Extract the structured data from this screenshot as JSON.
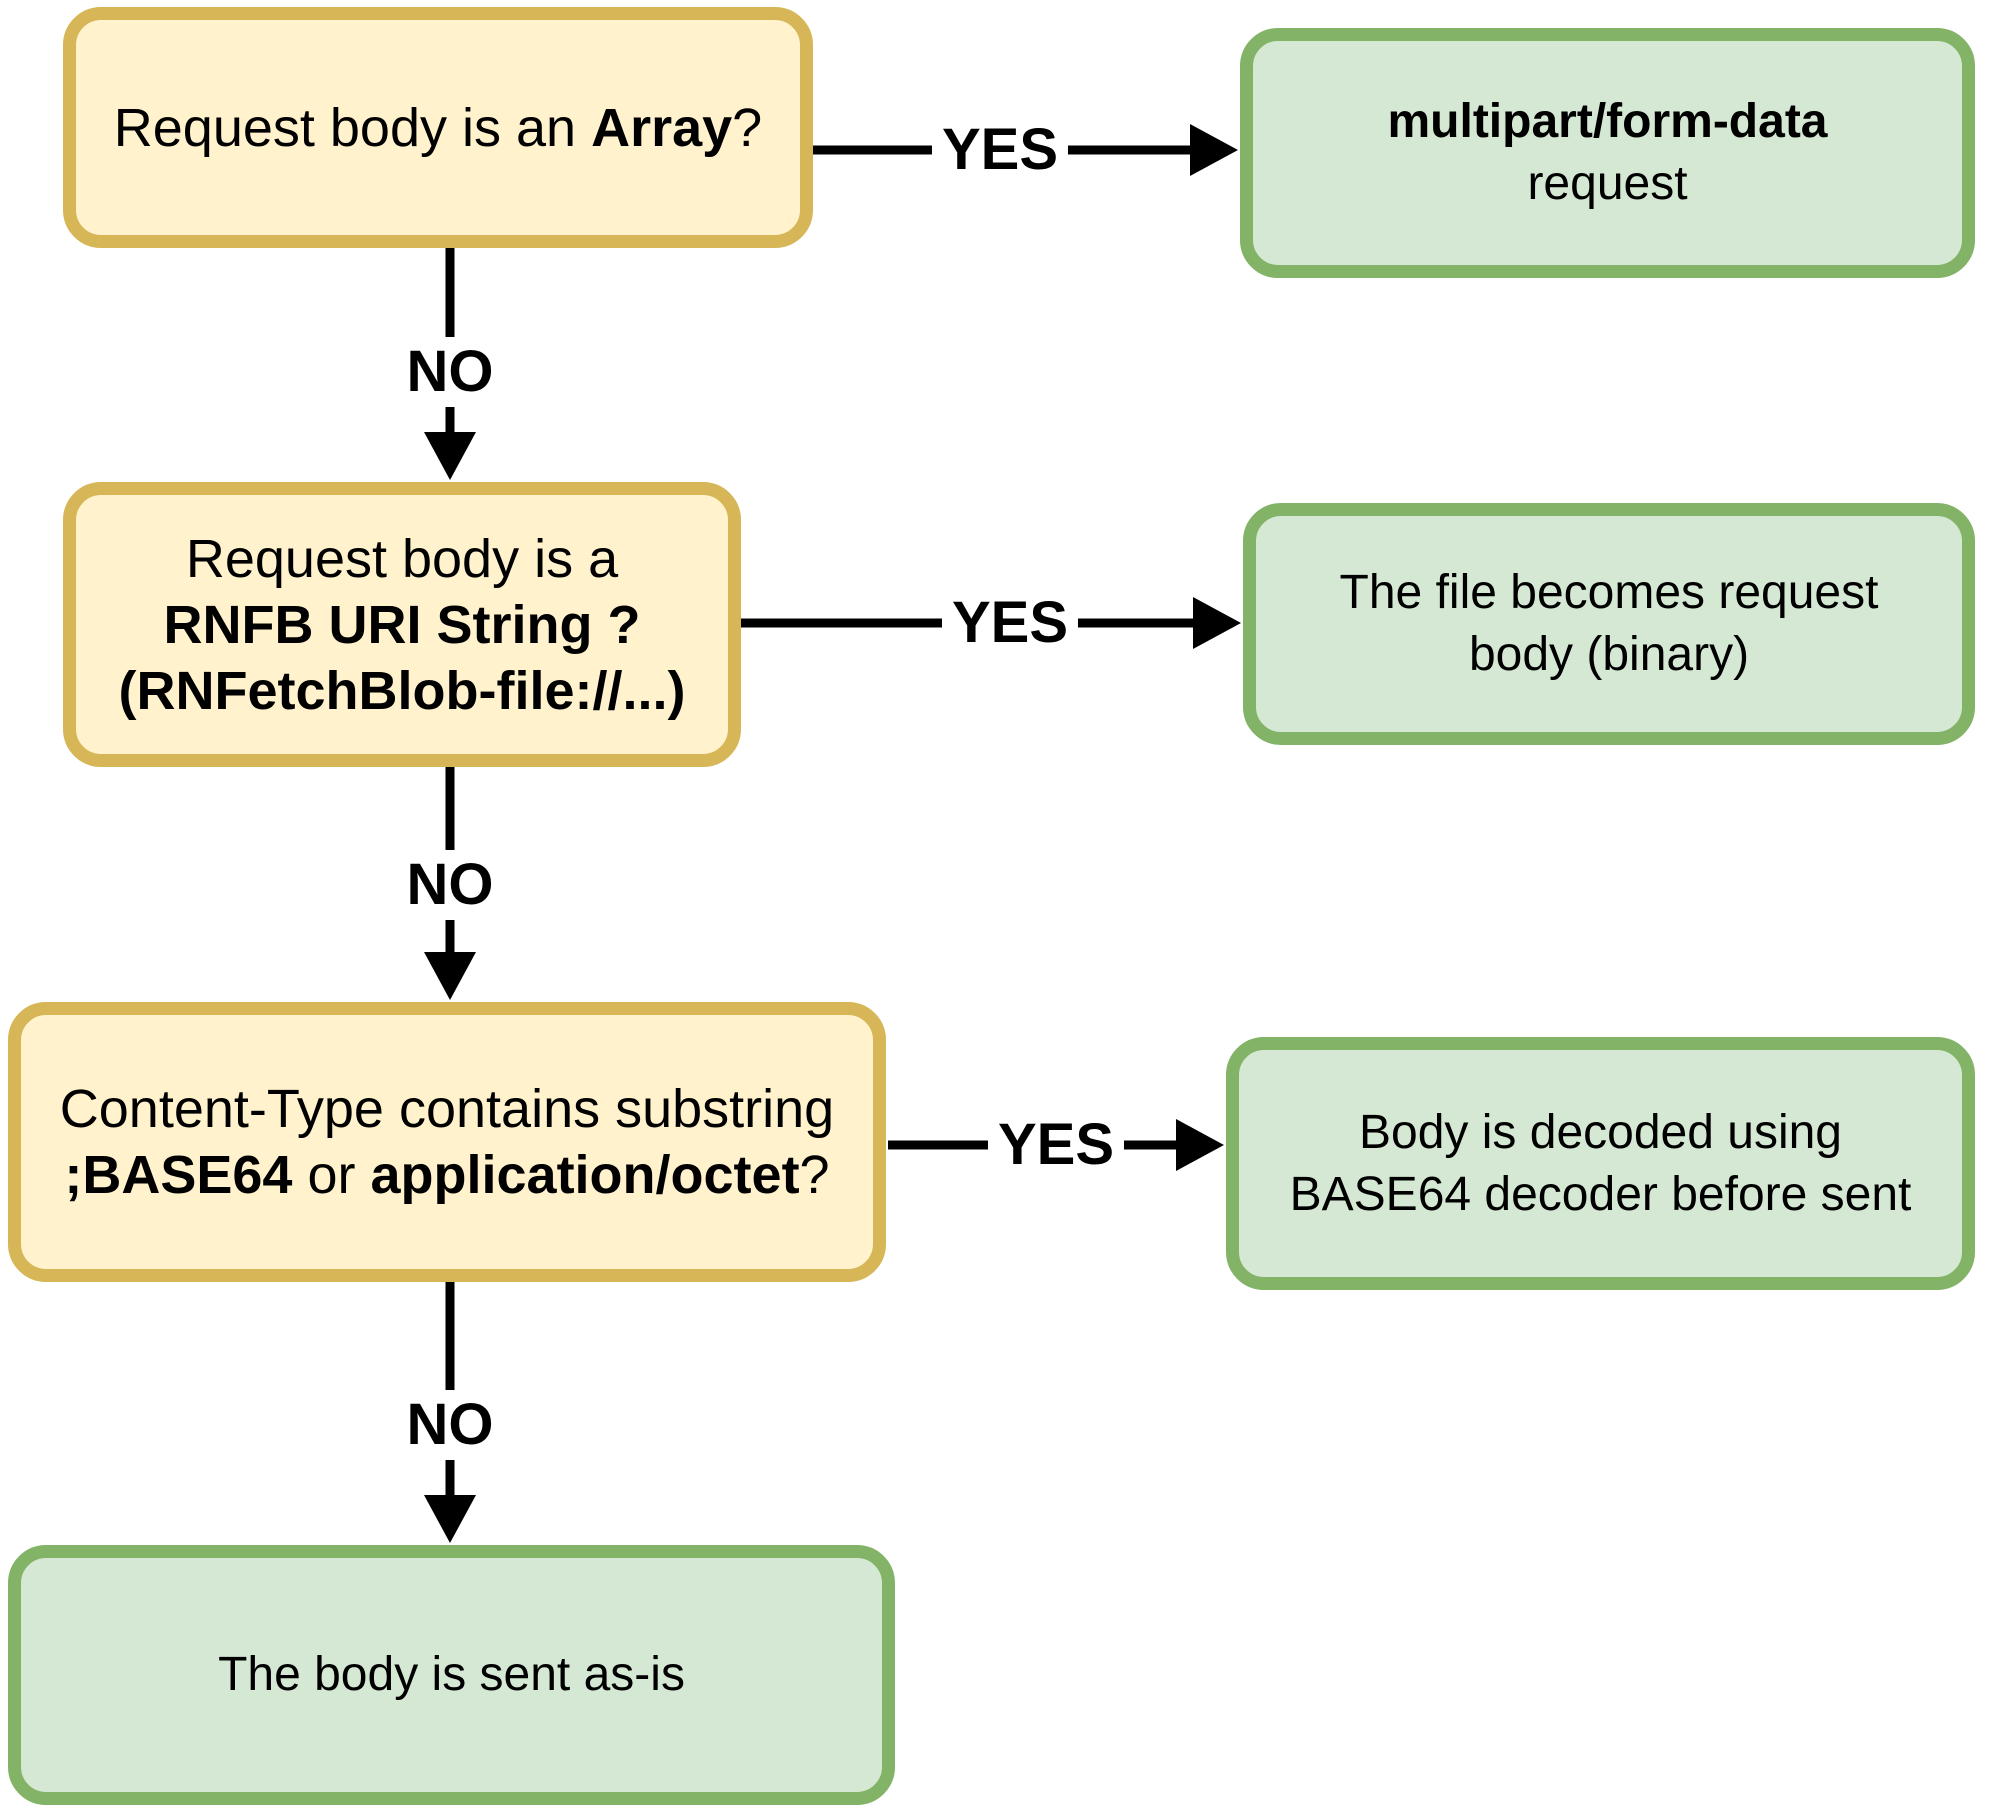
{
  "colors": {
    "question_fill": "#FFF2CC",
    "question_border": "#D6B656",
    "result_fill": "#D5E8D4",
    "result_border": "#82B366",
    "connector": "#000000",
    "background": "#FFFFFF"
  },
  "nodes": {
    "q_array": {
      "type": "question",
      "lines": [
        {
          "segments": [
            {
              "text": "Request body is an ",
              "bold": false
            },
            {
              "text": "Array",
              "bold": true
            },
            {
              "text": "?",
              "bold": false
            }
          ]
        }
      ]
    },
    "r_multipart": {
      "type": "result",
      "lines": [
        {
          "segments": [
            {
              "text": "multipart/form-data",
              "bold": true
            }
          ]
        },
        {
          "segments": [
            {
              "text": "request",
              "bold": false
            }
          ]
        }
      ]
    },
    "q_rnfb": {
      "type": "question",
      "lines": [
        {
          "segments": [
            {
              "text": "Request body is a",
              "bold": false
            }
          ]
        },
        {
          "segments": [
            {
              "text": "RNFB URI String ?",
              "bold": true
            }
          ]
        },
        {
          "segments": [
            {
              "text": "(RNFetchBlob-file://...)",
              "bold": true
            }
          ]
        }
      ]
    },
    "r_file_binary": {
      "type": "result",
      "lines": [
        {
          "segments": [
            {
              "text": "The file becomes request",
              "bold": false
            }
          ]
        },
        {
          "segments": [
            {
              "text": "body (binary)",
              "bold": false
            }
          ]
        }
      ]
    },
    "q_content_type": {
      "type": "question",
      "lines": [
        {
          "segments": [
            {
              "text": "Content-Type contains substring",
              "bold": false
            }
          ]
        },
        {
          "segments": [
            {
              "text": ";BASE64",
              "bold": true
            },
            {
              "text": " or ",
              "bold": false
            },
            {
              "text": "application/octet",
              "bold": true
            },
            {
              "text": "?",
              "bold": false
            }
          ]
        }
      ]
    },
    "r_base64": {
      "type": "result",
      "lines": [
        {
          "segments": [
            {
              "text": "Body is decoded using",
              "bold": false
            }
          ]
        },
        {
          "segments": [
            {
              "text": "BASE64 decoder before sent",
              "bold": false
            }
          ]
        }
      ]
    },
    "r_as_is": {
      "type": "result",
      "lines": [
        {
          "segments": [
            {
              "text": "The body is sent as-is",
              "bold": false
            }
          ]
        }
      ]
    }
  },
  "edges": {
    "yes_array": "YES",
    "no_array": "NO",
    "yes_rnfb": "YES",
    "no_rnfb": "NO",
    "yes_content_type": "YES",
    "no_content_type": "NO"
  }
}
